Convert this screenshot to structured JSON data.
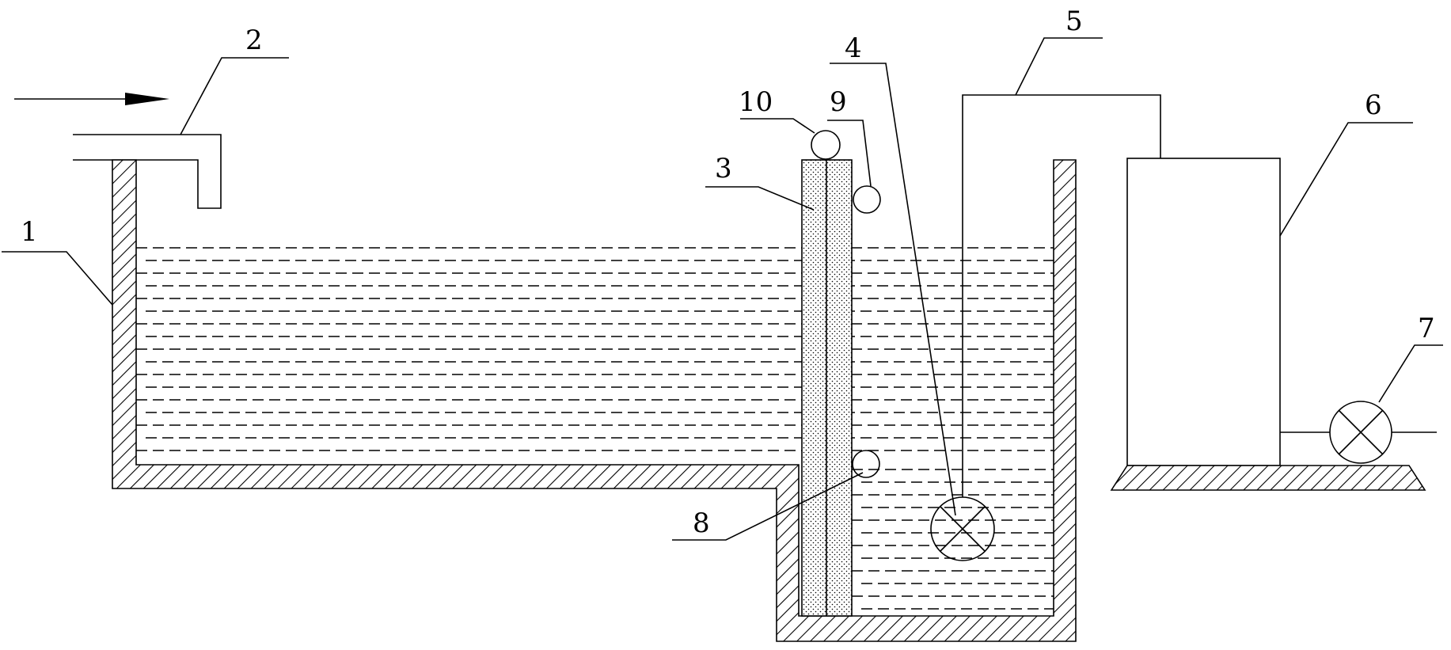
{
  "diagram": {
    "labels": [
      {
        "id": "1",
        "text": "1"
      },
      {
        "id": "2",
        "text": "2"
      },
      {
        "id": "3",
        "text": "3"
      },
      {
        "id": "4",
        "text": "4"
      },
      {
        "id": "5",
        "text": "5"
      },
      {
        "id": "6",
        "text": "6"
      },
      {
        "id": "7",
        "text": "7"
      },
      {
        "id": "8",
        "text": "8"
      },
      {
        "id": "9",
        "text": "9"
      },
      {
        "id": "10",
        "text": "10"
      }
    ],
    "colors": {
      "line": "#000000",
      "background": "#ffffff"
    }
  }
}
